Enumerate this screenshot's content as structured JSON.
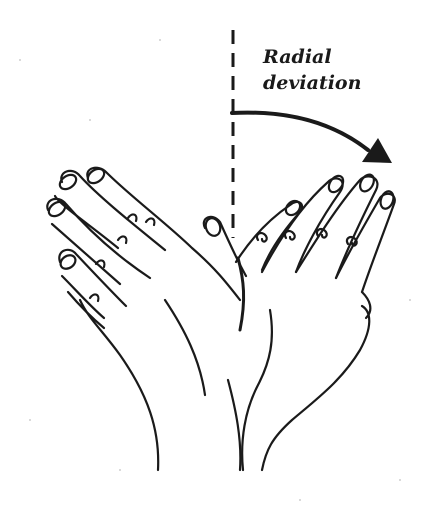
{
  "annotation": {
    "line1": "Radial",
    "line2": "deviation"
  },
  "colors": {
    "ink": "#1a1a1a",
    "background": "#ffffff"
  },
  "icons": {
    "arrow": "curved-arrow-icon",
    "axis": "dashed-axis-line"
  }
}
